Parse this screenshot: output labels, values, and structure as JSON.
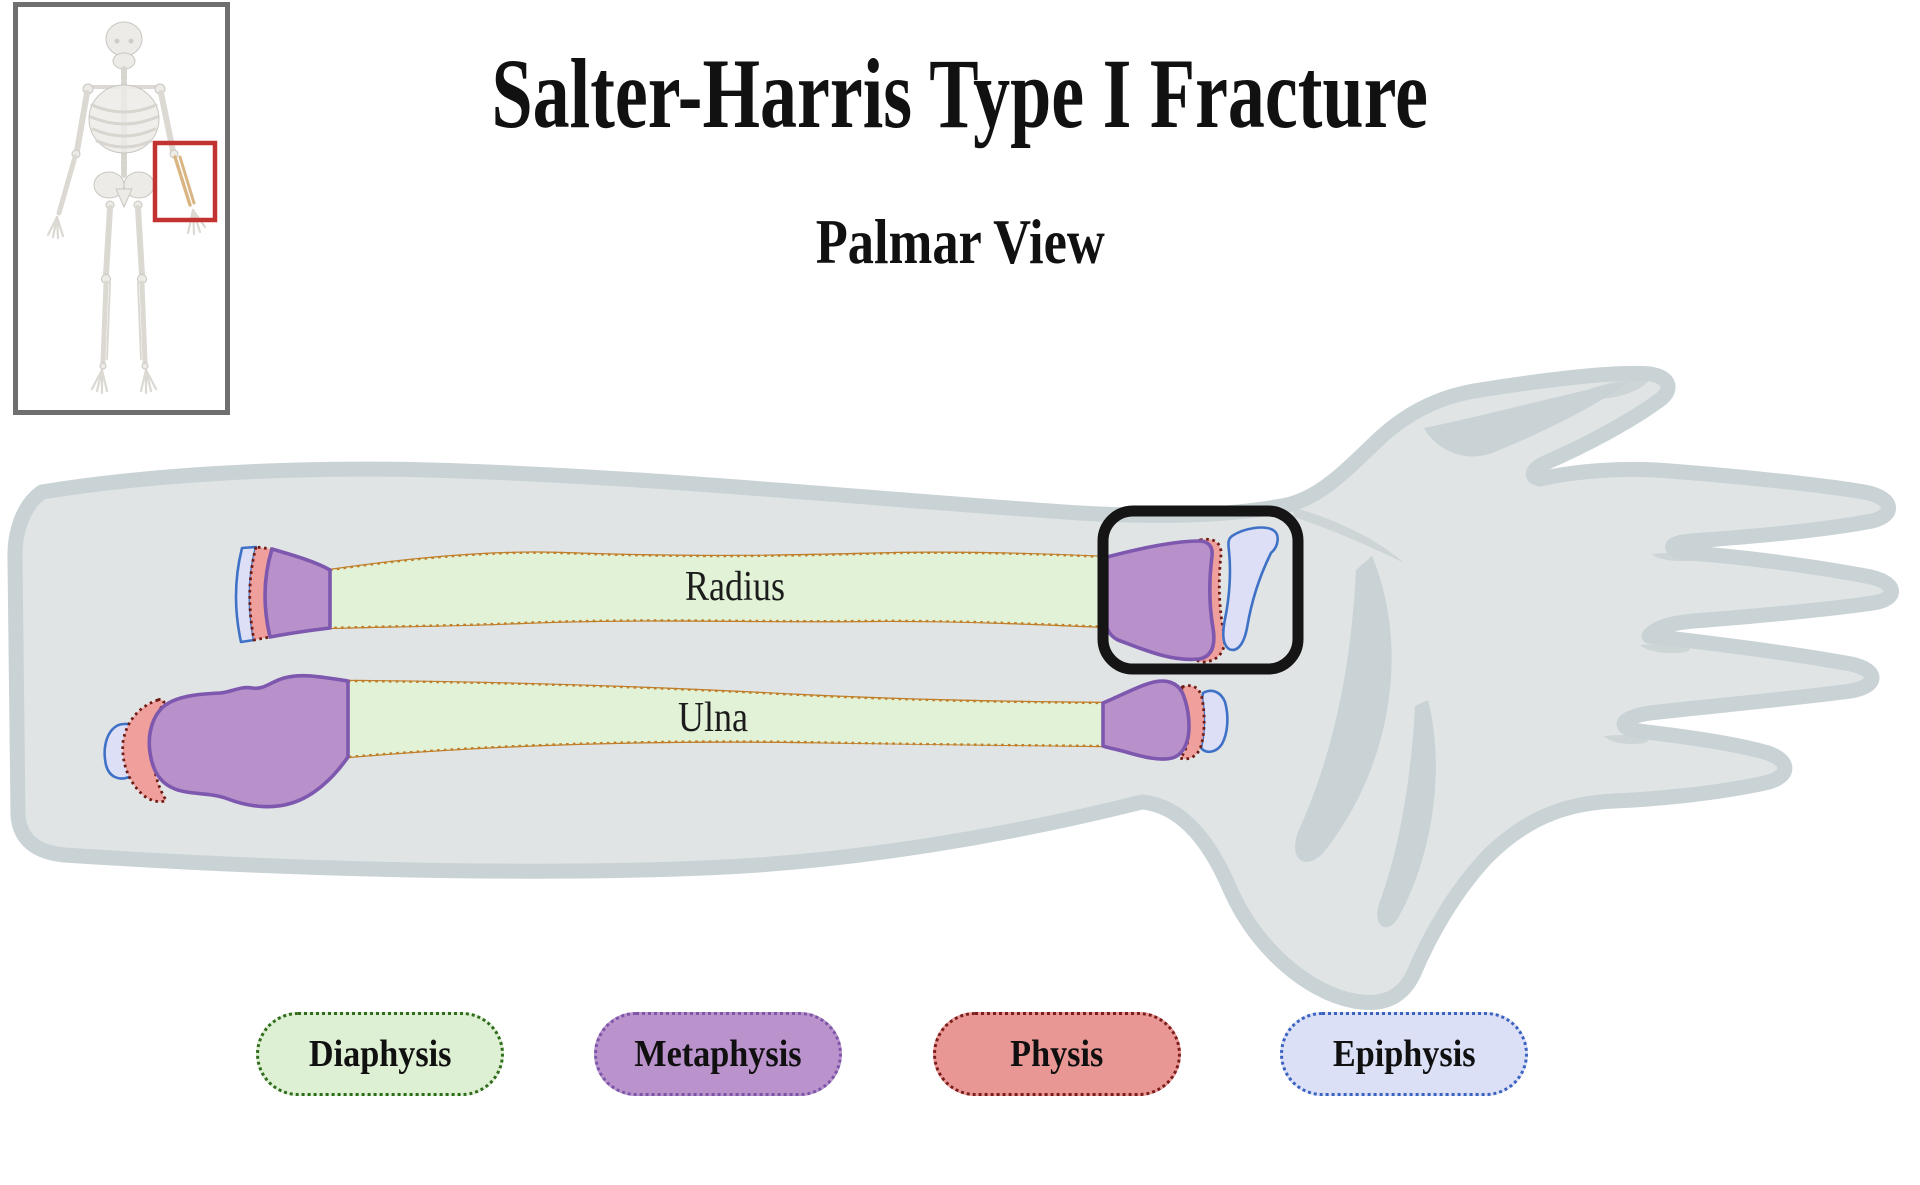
{
  "title": "Salter-Harris Type I Fracture",
  "subtitle": "Palmar View",
  "bone_labels": {
    "radius": "Radius",
    "ulna": "Ulna"
  },
  "legend": {
    "items": [
      {
        "label": "Diaphysis",
        "fill": "#def0d3",
        "border": "#2e6b1a"
      },
      {
        "label": "Metaphysis",
        "fill": "#ba92cc",
        "border": "#7a55a8"
      },
      {
        "label": "Physis",
        "fill": "#e89795",
        "border": "#7c1d1b"
      },
      {
        "label": "Epiphysis",
        "fill": "#dbe0f7",
        "border": "#3a62c0"
      }
    ]
  },
  "colors": {
    "diaphysis_fill": "#e2f2d7",
    "diaphysis_dot": "#2f6b16",
    "diaphysis_under": "#c07e28",
    "metaphysis_fill": "#b890ca",
    "metaphysis_stroke": "#7d58ae",
    "physis_fill": "#ef9f9c",
    "physis_stroke": "#6e1a12",
    "epiphysis_fill": "#dcdff6",
    "epiphysis_stroke": "#3f72c6",
    "arm_fill": "#e0e4e5",
    "arm_shadow": "#c9d2d5",
    "highlight_box": "#151515",
    "locator_box": "#c23230"
  }
}
